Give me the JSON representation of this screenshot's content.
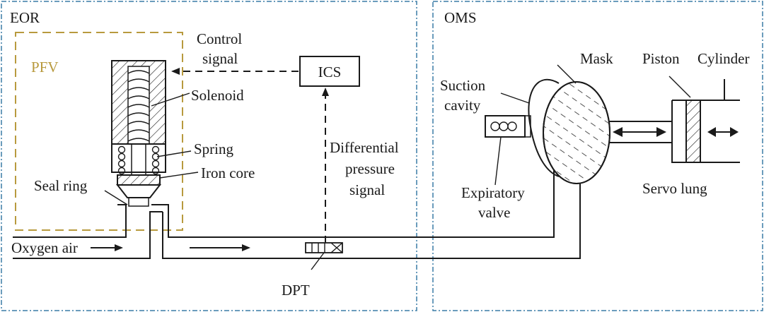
{
  "regions": {
    "eor_label": "EOR",
    "oms_label": "OMS",
    "pfv_label": "PFV"
  },
  "labels": {
    "control_signal_1": "Control",
    "control_signal_2": "signal",
    "ics": "ICS",
    "solenoid": "Solenoid",
    "spring": "Spring",
    "iron_core": "Iron core",
    "seal_ring": "Seal ring",
    "oxygen_air": "Oxygen air",
    "differential_1": "Differential",
    "differential_2": "pressure",
    "differential_3": "signal",
    "dpt": "DPT",
    "mask": "Mask",
    "piston": "Piston",
    "cylinder": "Cylinder",
    "suction_1": "Suction",
    "suction_2": "cavity",
    "expiratory_1": "Expiratory",
    "expiratory_2": "valve",
    "servo_lung": "Servo lung"
  },
  "colors": {
    "line": "#1a1a1a",
    "region_border": "#3a7ca5",
    "pfv_border": "#b89a3e"
  }
}
